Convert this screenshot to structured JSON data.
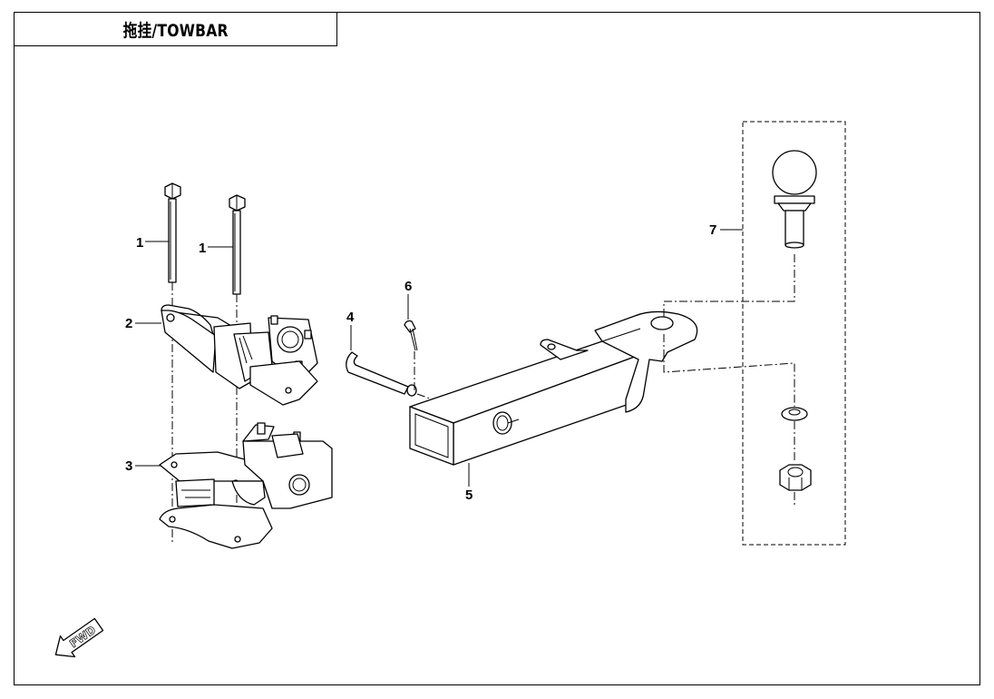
{
  "title": "拖挂/TOWBAR",
  "callouts": {
    "c1a": "1",
    "c1b": "1",
    "c2": "2",
    "c3": "3",
    "c4": "4",
    "c5": "5",
    "c6": "6",
    "c7": "7"
  },
  "fwd_label": "FWD"
}
